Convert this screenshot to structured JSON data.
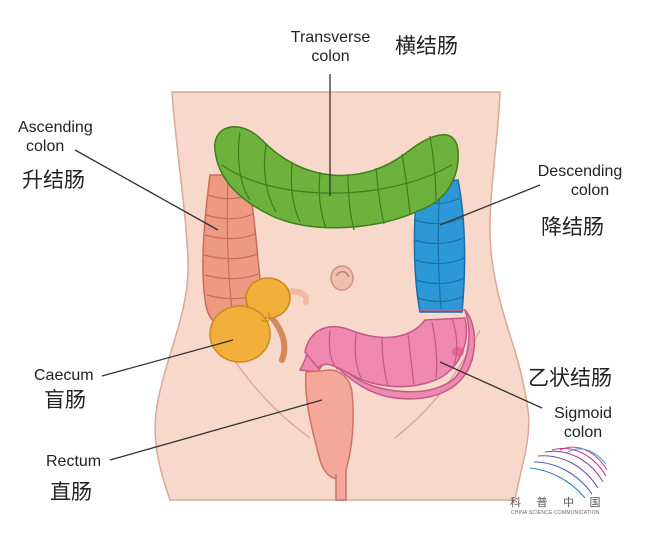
{
  "labels": {
    "transverse_en": [
      "Transverse",
      "colon"
    ],
    "transverse_zh": "横结肠",
    "ascending_en": [
      "Ascending",
      "colon"
    ],
    "ascending_zh": "升结肠",
    "descending_en": [
      "Descending",
      "colon"
    ],
    "descending_zh": "降结肠",
    "caecum_en": "Caecum",
    "caecum_zh": "盲肠",
    "sigmoid_en": [
      "Sigmoid",
      "colon"
    ],
    "sigmoid_zh": "乙状结肠",
    "rectum_en": "Rectum",
    "rectum_zh": "直肠"
  },
  "logo": {
    "title": "科 普 中 国",
    "subtitle": "CHINA SCIENCE COMMUNICATION"
  },
  "colors": {
    "skin": "#f7d8cb",
    "skin_outline": "#d9a99a",
    "transverse": "#6cb23c",
    "ascending": "#ee9a83",
    "descending": "#2c98d6",
    "sigmoid": "#ef89b0",
    "caecum": "#f2b03a",
    "rectum": "#f4a79a"
  }
}
